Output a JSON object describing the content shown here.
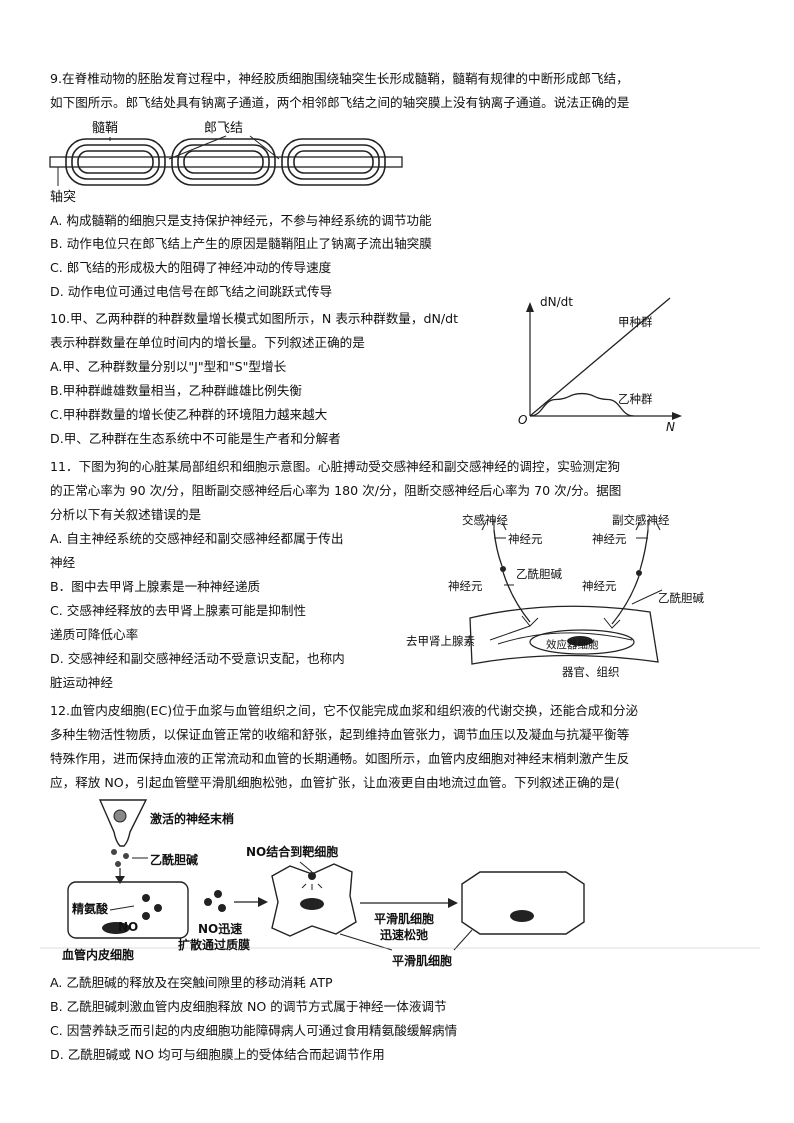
{
  "q9": {
    "line1": "9.在脊椎动物的胚胎发育过程中，神经胶质细胞围绕轴突生长形成髓鞘，髓鞘有规律的中断形成郎飞结，",
    "line2": "如下图所示。郎飞结处具有钠离子通道，两个相邻郎飞结之间的轴突膜上没有钠离子通道。说法正确的是",
    "fig": {
      "myelin": "髓鞘",
      "node": "郎飞结",
      "axon": "轴突"
    },
    "options": [
      "A. 构成髓鞘的细胞只是支持保护神经元，不参与神经系统的调节功能",
      "B. 动作电位只在郎飞结上产生的原因是髓鞘阻止了钠离子流出轴突膜",
      "C. 郎飞结的形成极大的阻碍了神经冲动的传导速度",
      "D. 动作电位可通过电信号在郎飞结之间跳跃式传导"
    ]
  },
  "q10": {
    "line1": "10.甲、乙两种群的种群数量增长模式如图所示，N 表示种群数量，dN/dt",
    "line2": "表示种群数量在单位时间内的增长量。下列叙述正确的是",
    "options": [
      "A.甲、乙种群数量分别以\"J\"型和\"S\"型增长",
      "B.甲种群雌雄数量相当，乙种群雌雄比例失衡",
      "C.甲种群数量的增长使乙种群的环境阻力越来越大",
      "D.甲、乙种群在生态系统中不可能是生产者和分解者"
    ]
  },
  "chart_data": {
    "type": "line",
    "ylabel": "dN/dt",
    "xlabel": "N",
    "origin_label": "O",
    "series": [
      {
        "name": "甲种群",
        "x": [
          0,
          1
        ],
        "y": [
          0,
          1
        ]
      },
      {
        "name": "乙种群",
        "x": [
          0,
          0.25,
          0.5,
          0.75,
          1
        ],
        "y": [
          0,
          0.14,
          0.19,
          0.14,
          0
        ]
      }
    ]
  },
  "q11": {
    "line1": "11．下图为狗的心脏某局部组织和细胞示意图。心脏搏动受交感神经和副交感神经的调控，实验测定狗",
    "line2": "的正常心率为 90 次/分，阻断副交感神经后心率为 180 次/分，阻断交感神经后心率为 70 次/分。据图",
    "line3": "分析以下有关叙述错误的是",
    "options": [
      "A. 自主神经系统的交感神经和副交感神经都属于传出",
      "神经",
      "B．图中去甲肾上腺素是一种神经递质",
      "C. 交感神经释放的去甲肾上腺素可能是抑制性",
      "递质可降低心率",
      "D. 交感神经和副交感神经活动不受意识支配，也称内",
      "脏运动神经"
    ],
    "fig": {
      "sympathetic": "交感神经",
      "parasympathetic": "副交感神经",
      "neuron1": "神经元",
      "neuron2": "神经元",
      "neuron3": "神经元",
      "neuron4": "神经元",
      "ach1": "乙酰胆碱",
      "ach2": "乙酰胆碱",
      "norepinephrine": "去甲肾上腺素",
      "effector": "效应器细胞",
      "organ": "器官、组织"
    }
  },
  "q12": {
    "line1": "12.血管内皮细胞(EC)位于血浆与血管组织之间，它不仅能完成血浆和组织液的代谢交换，还能合成和分泌",
    "line2": "多种生物活性物质，以保证血管正常的收缩和舒张，起到维持血管张力，调节血压以及凝血与抗凝平衡等",
    "line3": "特殊作用，进而保持血液的正常流动和血管的长期通畅。如图所示，血管内皮细胞对神经末梢刺激产生反",
    "line4": "应，释放 NO，引起血管壁平滑肌细胞松弛，血管扩张，让血液更自由地流过血管。下列叙述正确的是(",
    "fig": {
      "nerve_ending": "激活的神经末梢",
      "ach": "乙酰胆碱",
      "no_bind": "NO结合到靶细胞",
      "arginine": "精氨酸",
      "no": "NO",
      "no_diffuse1": "NO迅速",
      "no_diffuse2": "扩散通过质膜",
      "relax1": "平滑肌细胞",
      "relax2": "迅速松弛",
      "smooth_muscle": "平滑肌细胞",
      "endothelial": "血管内皮细胞"
    },
    "options": [
      "A. 乙酰胆碱的释放及在突触间隙里的移动消耗 ATP",
      "B. 乙酰胆碱刺激血管内皮细胞释放 NO 的调节方式属于神经一体液调节",
      "C. 因营养缺乏而引起的内皮细胞功能障碍病人可通过食用精氨酸缓解病情",
      "D. 乙酰胆碱或 NO 均可与细胞膜上的受体结合而起调节作用"
    ]
  }
}
